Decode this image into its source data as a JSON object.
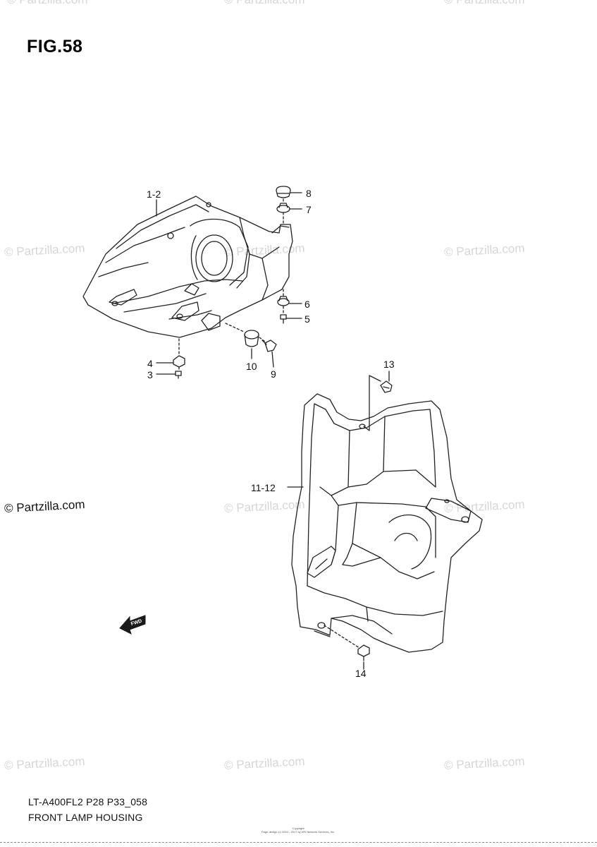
{
  "figure": {
    "title": "FIG.58"
  },
  "watermark": {
    "text": "© Partzilla.com",
    "color": "#d6d6d6"
  },
  "callouts": [
    {
      "id": "c-1-2",
      "label": "1-2"
    },
    {
      "id": "c-8",
      "label": "8"
    },
    {
      "id": "c-7",
      "label": "7"
    },
    {
      "id": "c-6",
      "label": "6"
    },
    {
      "id": "c-5",
      "label": "5"
    },
    {
      "id": "c-4",
      "label": "4"
    },
    {
      "id": "c-3",
      "label": "3"
    },
    {
      "id": "c-10",
      "label": "10"
    },
    {
      "id": "c-9",
      "label": "9"
    },
    {
      "id": "c-13",
      "label": "13"
    },
    {
      "id": "c-11-12",
      "label": "11-12"
    },
    {
      "id": "c-14",
      "label": "14"
    }
  ],
  "fwd_arrow": {
    "label": "FWD"
  },
  "footer": {
    "model_code": "LT-A400FL2 P28 P33_058",
    "section_name": "FRONT LAMP HOUSING",
    "copyright_heading": "Copyright",
    "copyright_text": "Page design (c) 2004 - 2017 by ARI Network Services, Inc."
  }
}
